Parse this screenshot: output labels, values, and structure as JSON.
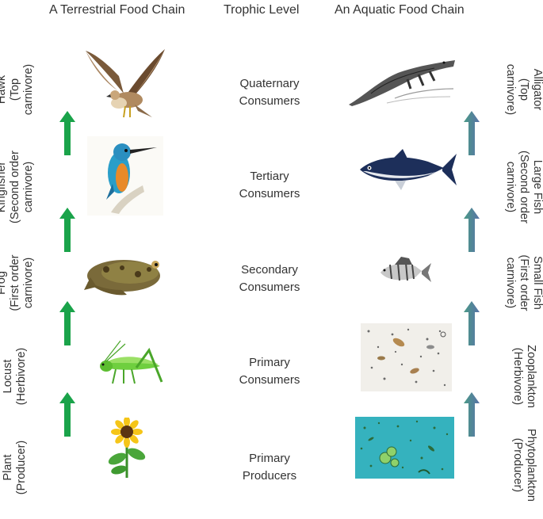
{
  "headers": {
    "terrestrial": "A Terrestrial Food Chain",
    "trophic": "Trophic Level",
    "aquatic": "An Aquatic Food Chain"
  },
  "levels": [
    {
      "line1": "Quaternary",
      "line2": "Consumers"
    },
    {
      "line1": "Tertiary",
      "line2": "Consumers"
    },
    {
      "line1": "Secondary",
      "line2": "Consumers"
    },
    {
      "line1": "Primary",
      "line2": "Consumers"
    },
    {
      "line1": "Primary",
      "line2": "Producers"
    }
  ],
  "terrestrial": [
    {
      "line1": "Hawk",
      "line2": "(Top",
      "line3": "carnivore)",
      "image": "hawk-icon"
    },
    {
      "line1": "Kingfisher",
      "line2": "(Second order",
      "line3": "carnivore)",
      "image": "kingfisher-icon"
    },
    {
      "line1": "Frog",
      "line2": "(First order",
      "line3": "carnivore)",
      "image": "frog-icon"
    },
    {
      "line1": "Locust",
      "line2": "(Herbivore)",
      "line3": "",
      "image": "locust-icon"
    },
    {
      "line1": "Plant",
      "line2": "(Producer)",
      "line3": "",
      "image": "sunflower-icon"
    }
  ],
  "aquatic": [
    {
      "line1": "Alligator",
      "line2": "(Top",
      "line3": "carnivore)",
      "image": "alligator-icon"
    },
    {
      "line1": "Large Fish",
      "line2": "(Second order",
      "line3": "carnivore)",
      "image": "tuna-icon"
    },
    {
      "line1": "Small Fish",
      "line2": "(First order",
      "line3": "carnivore)",
      "image": "perch-icon"
    },
    {
      "line1": "Zooplankton",
      "line2": "(Herbivore)",
      "line3": "",
      "image": "zooplankton-icon"
    },
    {
      "line1": "Phytoplankton",
      "line2": "(Producer)",
      "line3": "",
      "image": "phytoplankton-icon"
    }
  ],
  "colors": {
    "terrestrial_arrow": "#1aa34a",
    "aquatic_arrow": "#4f7fa6",
    "text": "#333333"
  }
}
